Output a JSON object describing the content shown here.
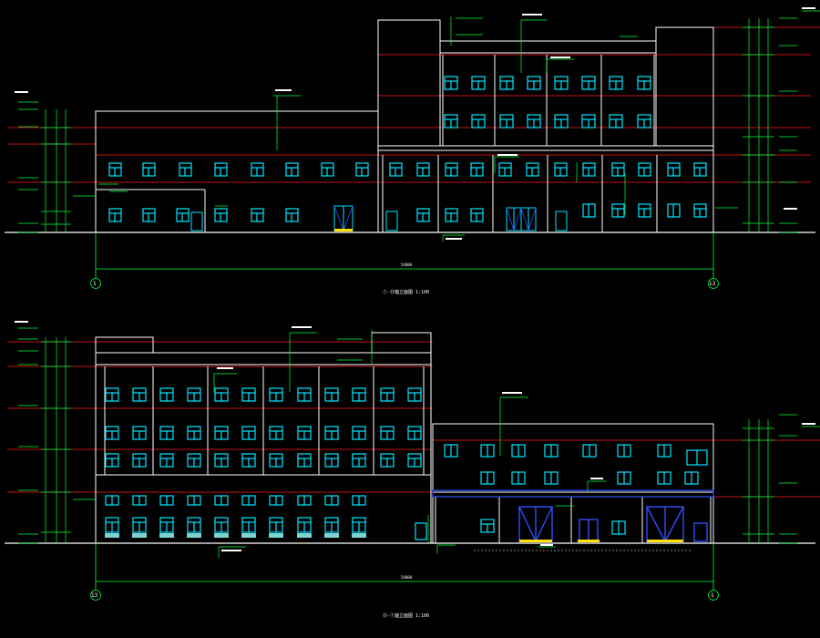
{
  "drawing": {
    "background": "#000000",
    "colors": {
      "outline": "#ffffff",
      "window": "#00e5ff",
      "dimension": "#00ff3c",
      "floor_line": "#ff1a1a",
      "door": "#3050ff",
      "accent": "#ffe000"
    }
  },
  "elevation_top": {
    "axis_left": "1",
    "axis_right": "13",
    "title": "①-⑬轴立面图 1:100",
    "total_dimension": "54000"
  },
  "elevation_bottom": {
    "axis_left": "13",
    "axis_right": "1",
    "title": "⑬-①轴立面图 1:100",
    "total_dimension": "54000"
  }
}
